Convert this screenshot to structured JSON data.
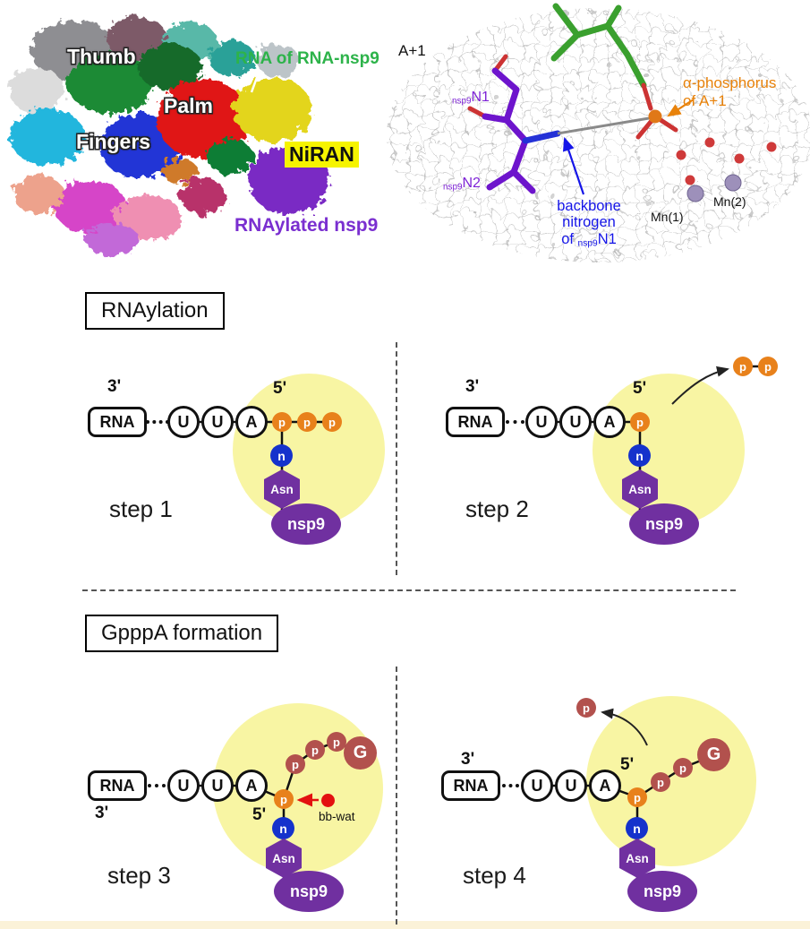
{
  "figure": {
    "panel_a": {
      "thumb": "Thumb",
      "palm": "Palm",
      "fingers": "Fingers",
      "niran": "NiRAN",
      "rna_of_rna_nsp9": "RNA of RNA-nsp9",
      "rnaylated_nsp9": "RNAylated nsp9"
    },
    "panel_b": {
      "a_plus_1": "A+1",
      "n1": {
        "sub": "nsp9",
        "main": "N1"
      },
      "n2": {
        "sub": "nsp9",
        "main": "N2"
      },
      "alpha_phosphorus": "α-phosphorus\nof A+1",
      "backbone": {
        "line1": "backbone",
        "line2": "nitrogen",
        "line3_prefix": "of ",
        "line3_sub": "nsp9",
        "line3_main": "N1"
      },
      "mn1": "Mn(1)",
      "mn2": "Mn(2)"
    },
    "sections": {
      "rnaylation": "RNAylation",
      "gpppa": "GpppA formation"
    },
    "steps": {
      "step1": {
        "label": "step 1",
        "three_prime": "3'",
        "five_prime": "5'",
        "rna": "RNA",
        "nt": [
          "U",
          "U",
          "A"
        ],
        "phosphates": [
          "p",
          "p",
          "p"
        ],
        "n": "n",
        "asn": "Asn",
        "nsp9": "nsp9"
      },
      "step2": {
        "label": "step 2",
        "three_prime": "3'",
        "five_prime": "5'",
        "rna": "RNA",
        "nt": [
          "U",
          "U",
          "A"
        ],
        "phosphates": [
          "p"
        ],
        "released": [
          "p",
          "p"
        ],
        "n": "n",
        "asn": "Asn",
        "nsp9": "nsp9"
      },
      "step3": {
        "label": "step 3",
        "three_prime": "3'",
        "five_prime": "5'",
        "rna": "RNA",
        "nt": [
          "U",
          "U",
          "A"
        ],
        "alpha_p": "p",
        "gtp_p": [
          "p",
          "p",
          "p"
        ],
        "g": "G",
        "bb_wat": "bb-wat",
        "n": "n",
        "asn": "Asn",
        "nsp9": "nsp9"
      },
      "step4": {
        "label": "step 4",
        "three_prime": "3'",
        "five_prime": "5'",
        "rna": "RNA",
        "nt": [
          "U",
          "U",
          "A"
        ],
        "alpha_p": "p",
        "gtp_p": [
          "p",
          "p"
        ],
        "g": "G",
        "released": [
          "p"
        ],
        "n": "n",
        "asn": "Asn",
        "nsp9": "nsp9"
      }
    },
    "colors": {
      "phosphate_orange": "#e8811b",
      "phosphate_red": "#b2514d",
      "nitrogen_blue": "#1532cc",
      "nsp9_purple": "#7030a0",
      "active_site_yellow": "#f8f5a3",
      "niran_highlight_yellow": "#f6f400",
      "rna_label_green": "#2db34a",
      "nsp9_label_purple": "#7a2fd0",
      "alpha_label_orange": "#e8820a",
      "backbone_label_blue": "#1515e8",
      "water_red": "#e31010"
    }
  }
}
